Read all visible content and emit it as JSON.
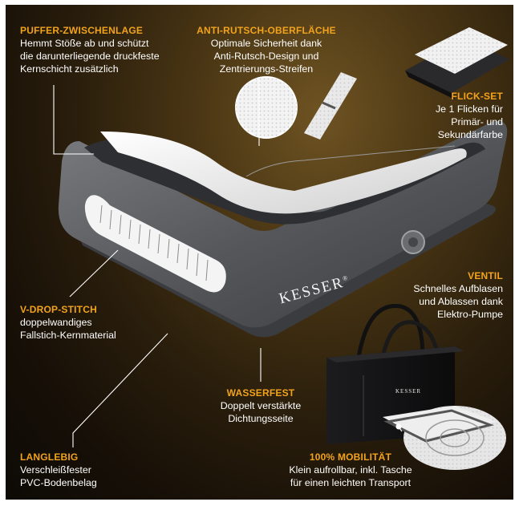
{
  "callouts": {
    "puffer": {
      "title": "PUFFER-ZWISCHENLAGE",
      "lines": [
        "Hemmt Stöße ab und schützt",
        "die darunterliegende druckfeste",
        "Kernschicht zusätzlich"
      ]
    },
    "antirutsch": {
      "title": "ANTI-RUTSCH-OBERFLÄCHE",
      "lines": [
        "Optimale Sicherheit dank",
        "Anti-Rutsch-Design und",
        "Zentrierungs-Streifen"
      ]
    },
    "flickset": {
      "title": "FLICK-SET",
      "lines": [
        "Je 1 Flicken für",
        "Primär- und",
        "Sekundärfarbe"
      ]
    },
    "ventil": {
      "title": "VENTIL",
      "lines": [
        "Schnelles Aufblasen",
        "und Ablassen dank",
        "Elektro-Pumpe"
      ]
    },
    "vdrop": {
      "title": "V-DROP-STITCH",
      "lines": [
        "doppelwandiges",
        "Fallstich-Kernmaterial"
      ]
    },
    "wasserfest": {
      "title": "WASSERFEST",
      "lines": [
        "Doppelt verstärkte",
        "Dichtungsseite"
      ]
    },
    "langlebig": {
      "title": "LANGLEBIG",
      "lines": [
        "Verschleißfester",
        "PVC-Bodenbelag"
      ]
    },
    "mobilitaet": {
      "title": "100% MOBILITÄT",
      "lines": [
        "Klein aufrollbar, inkl. Tasche",
        "für einen leichten Transport"
      ]
    }
  },
  "brand": {
    "logo_text": "KESSER",
    "mark": "®",
    "bag_text": "KESSER"
  },
  "colors": {
    "accent": "#f2a31c",
    "text": "#ffffff",
    "mat_gray": "#5b5d61",
    "mat_white": "#eeeeee"
  }
}
